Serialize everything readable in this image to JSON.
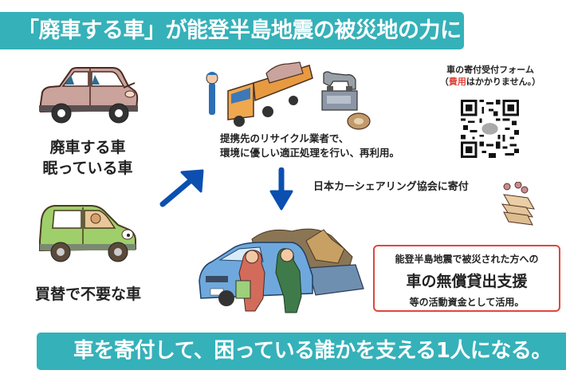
{
  "header": {
    "title": "「廃車する車」が能登半島地震の被災地の力に"
  },
  "left_column": {
    "car_top_label_line1": "廃車する車",
    "car_top_label_line2": "眠っている車",
    "car_bottom_label": "買替で不要な車"
  },
  "recycle": {
    "line1": "提携先のリサイクル業者で、",
    "line2": "環境に優しい適正処理を行い、再利用。"
  },
  "donation": {
    "label": "日本カーシェアリング協会に寄付"
  },
  "qr": {
    "title": "車の寄付受付フォーム",
    "note_open": "（",
    "note_red": "費用",
    "note_rest": "はかかりません。）"
  },
  "support_box": {
    "line1": "能登半島地震で被災された方への",
    "line2": "車の無償貸出支援",
    "line3": "等の活動資金として活用。"
  },
  "footer": {
    "tagline": "車を寄付して、困っている誰かを支える1人になる。"
  },
  "colors": {
    "teal": "#35b1b9",
    "arrow_blue": "#0b4fb0",
    "alert_red": "#e0463e"
  }
}
